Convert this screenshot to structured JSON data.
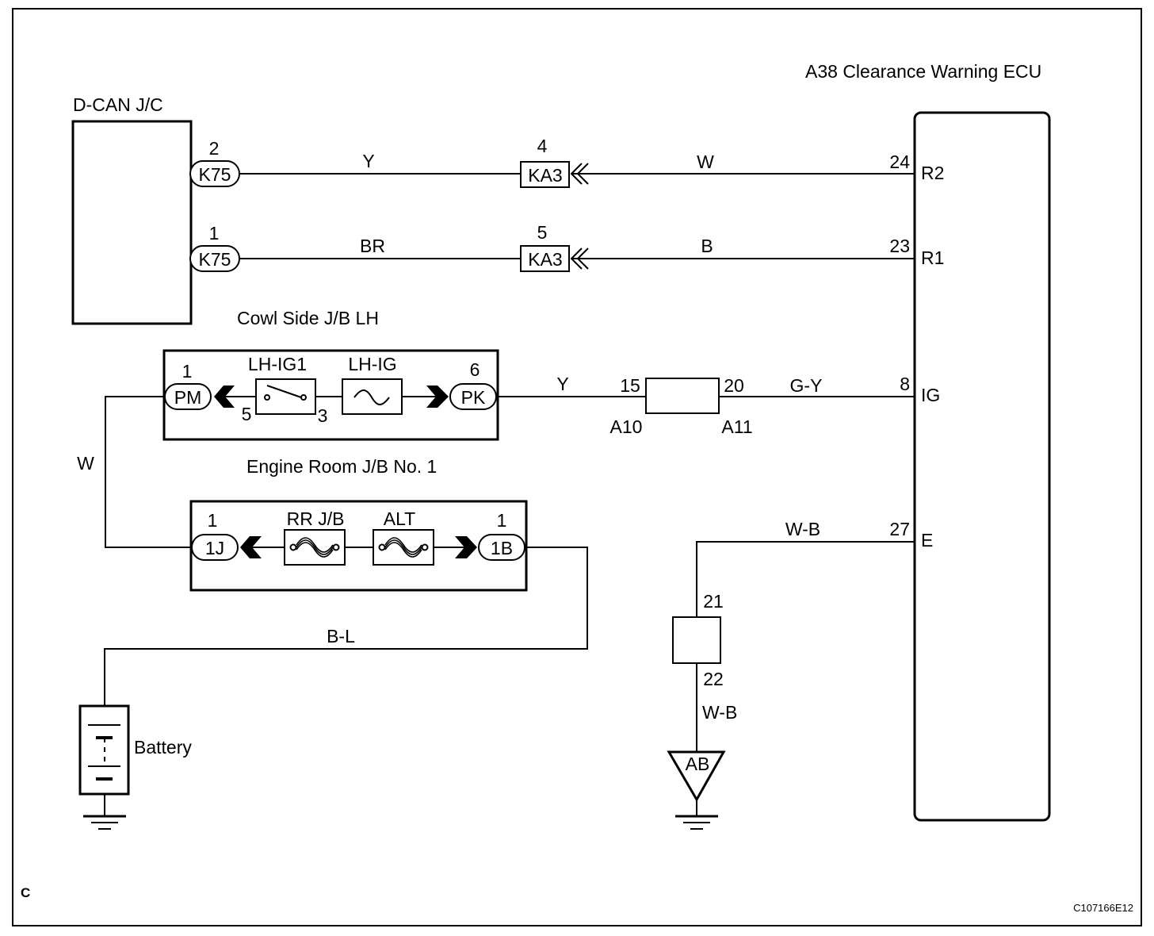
{
  "diagram_id": "C107166E12",
  "corner_mark": "C",
  "components": {
    "dcan": "D-CAN J/C",
    "ecu": "A38 Clearance Warning ECU",
    "cowl_jb": "Cowl Side J/B LH",
    "engine_jb": "Engine Room J/B No. 1",
    "battery": "Battery"
  },
  "connectors": {
    "k75": "K75",
    "ka3": "KA3",
    "pm": "PM",
    "pk": "PK",
    "j1": "1J",
    "b1": "1B",
    "ab": "AB",
    "a10": "A10",
    "a11": "A11"
  },
  "fuses": {
    "lh_ig1": "LH-IG1",
    "lh_ig": "LH-IG",
    "rr_jb": "RR J/B",
    "alt": "ALT"
  },
  "ecu_terminals": {
    "r2": "R2",
    "r1": "R1",
    "ig": "IG",
    "e": "E"
  },
  "pins": {
    "k75_top": "2",
    "k75_bot": "1",
    "ka3_top": "4",
    "ka3_bot": "5",
    "ecu_r2": "24",
    "ecu_r1": "23",
    "ecu_ig": "8",
    "ecu_e": "27",
    "pm": "1",
    "pk": "6",
    "relay_in": "5",
    "relay_out": "3",
    "a10": "15",
    "a11": "20",
    "j1": "1",
    "b1": "1",
    "jc_top": "21",
    "jc_bot": "22"
  },
  "wire_colors": {
    "r2_left": "Y",
    "r2_right": "W",
    "r1_left": "BR",
    "r1_right": "B",
    "ig_left": "Y",
    "ig_right": "G-Y",
    "pm_to_1j": "W",
    "battery": "B-L",
    "e_wire": "W-B",
    "ground": "W-B"
  }
}
